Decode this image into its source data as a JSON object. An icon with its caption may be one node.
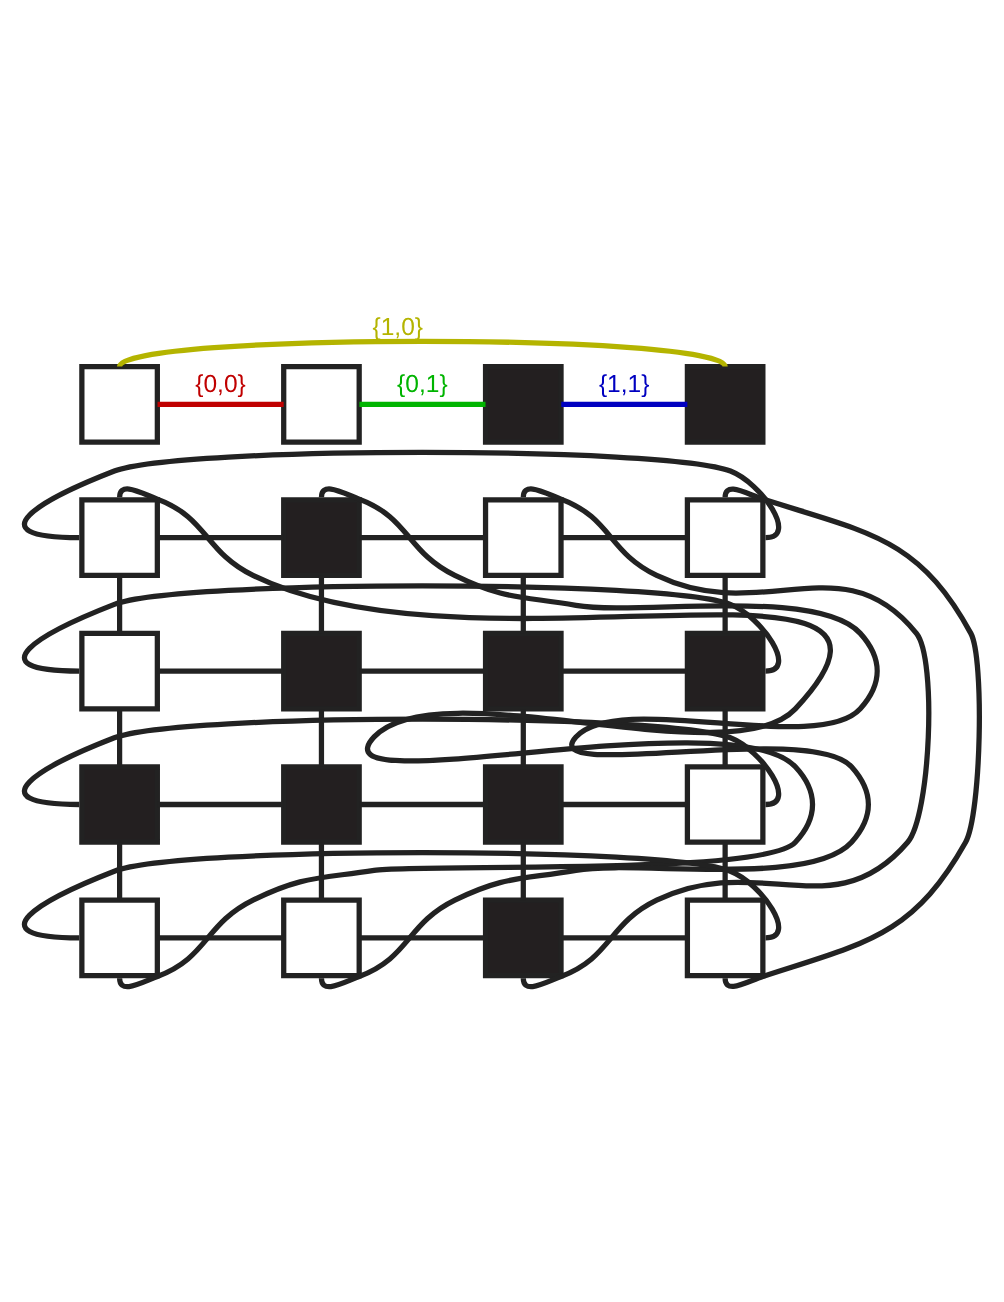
{
  "diagram": {
    "nodes": [
      {
        "text": [],
        "shape": "box"
      },
      {
        "text": [],
        "shape": "box"
      },
      {
        "text": [],
        "shape": "box"
      },
      {
        "text": [],
        "shape": "box"
      },
      {
        "text": [],
        "shape": "box"
      },
      {
        "text": [],
        "shape": "box"
      },
      {
        "text": [],
        "shape": "box"
      },
      {
        "text": [],
        "shape": "box"
      },
      {
        "text": [],
        "shape": "box"
      },
      {
        "text": [],
        "shape": "box"
      },
      {
        "text": [],
        "shape": "box"
      },
      {
        "text": [],
        "shape": "box"
      },
      {
        "text": [],
        "shape": "box"
      },
      {
        "text": [],
        "shape": "box"
      },
      {
        "text": [],
        "shape": "box"
      },
      {
        "text": [],
        "shape": "box"
      },
      {
        "text": [],
        "shape": "box"
      },
      {
        "text": [],
        "shape": "box"
      },
      {
        "text": [],
        "shape": "box"
      },
      {
        "text": [],
        "shape": "box"
      }
    ],
    "edges": [
      {
        "from": 0,
        "to": 1,
        "arrow": "none",
        "label": "{0,0}",
        "color": "#c00000"
      },
      {
        "from": 1,
        "to": 2,
        "arrow": "none",
        "label": "{0,1}",
        "color": "#00b400"
      },
      {
        "from": 2,
        "to": 3,
        "arrow": "none",
        "label": "{1,1}",
        "color": "#0000c0"
      },
      {
        "from": 3,
        "to": 0,
        "arrow": "none",
        "label": "{1,0}",
        "color": "#b4b400"
      },
      {
        "from": 4,
        "to": 5,
        "arrow": "none"
      },
      {
        "from": 5,
        "to": 6,
        "arrow": "none"
      },
      {
        "from": 6,
        "to": 7,
        "arrow": "none"
      },
      {
        "from": 7,
        "to": 4,
        "arrow": "none"
      },
      {
        "from": 8,
        "to": 9,
        "arrow": "none"
      },
      {
        "from": 9,
        "to": 10,
        "arrow": "none"
      },
      {
        "from": 10,
        "to": 11,
        "arrow": "none"
      },
      {
        "from": 11,
        "to": 8,
        "arrow": "none"
      },
      {
        "from": 12,
        "to": 13,
        "arrow": "none"
      },
      {
        "from": 13,
        "to": 14,
        "arrow": "none"
      },
      {
        "from": 14,
        "to": 15,
        "arrow": "none"
      },
      {
        "from": 15,
        "to": 12,
        "arrow": "none"
      },
      {
        "from": 16,
        "to": 17,
        "arrow": "none"
      },
      {
        "from": 17,
        "to": 18,
        "arrow": "none"
      },
      {
        "from": 18,
        "to": 19,
        "arrow": "none"
      },
      {
        "from": 19,
        "to": 16,
        "arrow": "none"
      },
      {
        "from": 4,
        "to": 8,
        "arrow": "none"
      },
      {
        "from": 8,
        "to": 12,
        "arrow": "none"
      },
      {
        "from": 12,
        "to": 16,
        "arrow": "none"
      },
      {
        "from": 16,
        "to": 4,
        "arrow": "none"
      },
      {
        "from": 5,
        "to": 9,
        "arrow": "none"
      },
      {
        "from": 9,
        "to": 13,
        "arrow": "none"
      },
      {
        "from": 13,
        "to": 17,
        "arrow": "none"
      },
      {
        "from": 17,
        "to": 5,
        "arrow": "none"
      },
      {
        "from": 6,
        "to": 10,
        "arrow": "none"
      },
      {
        "from": 10,
        "to": 14,
        "arrow": "none"
      },
      {
        "from": 14,
        "to": 18,
        "arrow": "none"
      },
      {
        "from": 18,
        "to": 6,
        "arrow": "none"
      },
      {
        "from": 7,
        "to": 11,
        "arrow": "none"
      },
      {
        "from": 11,
        "to": 15,
        "arrow": "none"
      },
      {
        "from": 15,
        "to": 19,
        "arrow": "none"
      },
      {
        "from": 19,
        "to": 7,
        "arrow": "none"
      }
    ]
  }
}
